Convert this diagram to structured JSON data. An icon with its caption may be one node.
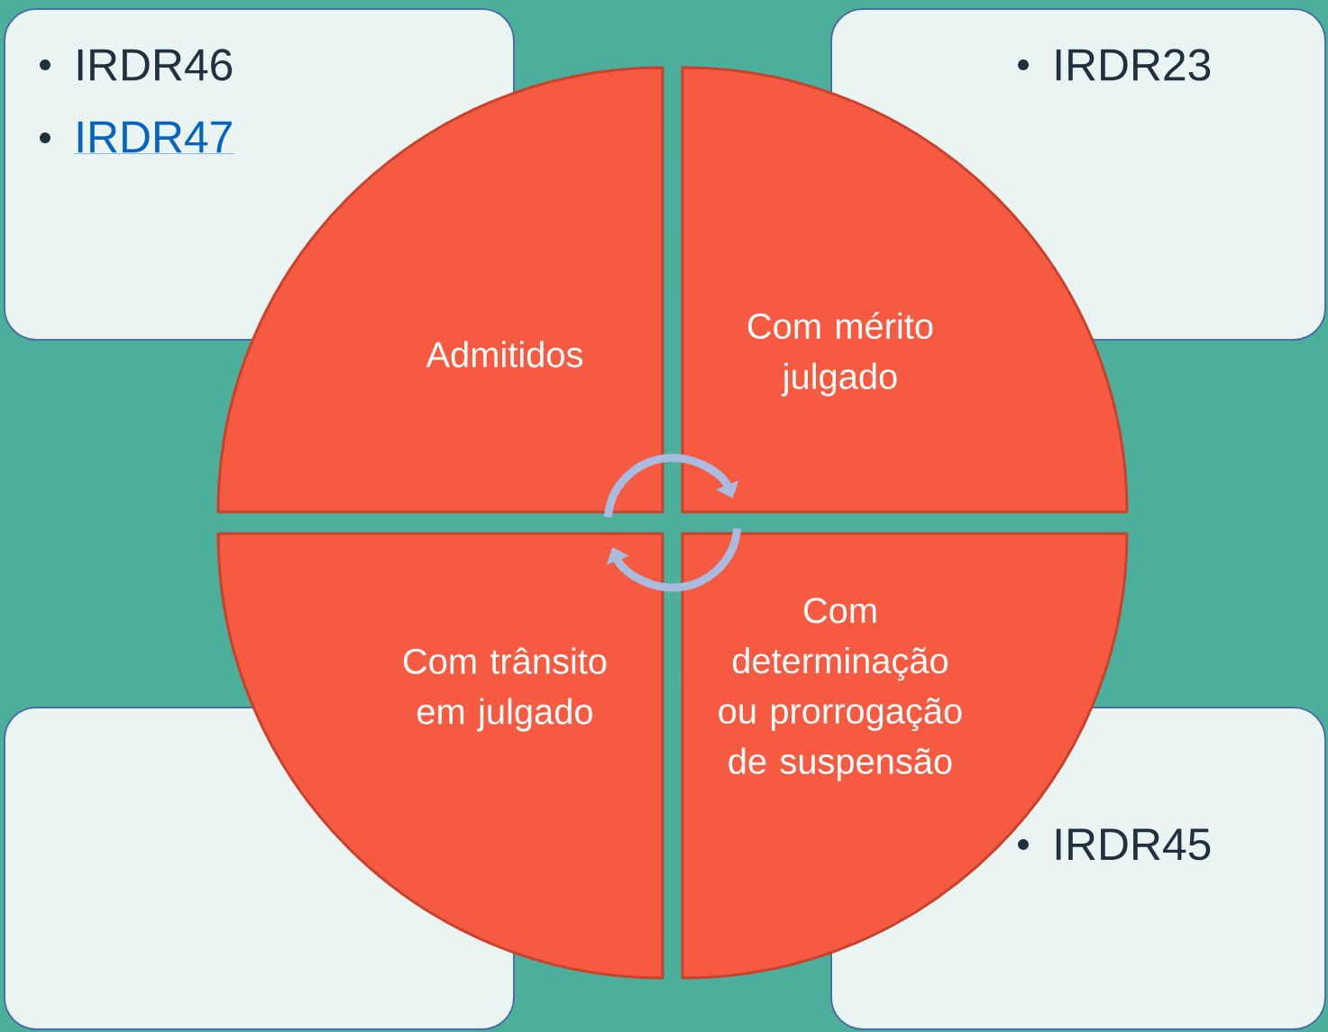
{
  "diagram": {
    "nodes": [
      {
        "text": [
          "IRDR46",
          "IRDR47"
        ]
      },
      {
        "text": [
          "IRDR23"
        ]
      },
      {
        "text": [],
        "shape": "box"
      },
      {
        "text": [
          "IRDR45"
        ]
      },
      {
        "text": [
          "Admitidos"
        ]
      },
      {
        "text": [
          "Com mérito julgado"
        ]
      },
      {
        "text": [
          "Com trânsito em julgado"
        ]
      },
      {
        "text": [
          "Com determinação ou prorrogação de suspensão"
        ]
      }
    ],
    "edges": [
      {
        "from": 4,
        "to": 5,
        "arrow": "to"
      },
      {
        "from": 7,
        "to": 6,
        "arrow": "to"
      }
    ]
  }
}
